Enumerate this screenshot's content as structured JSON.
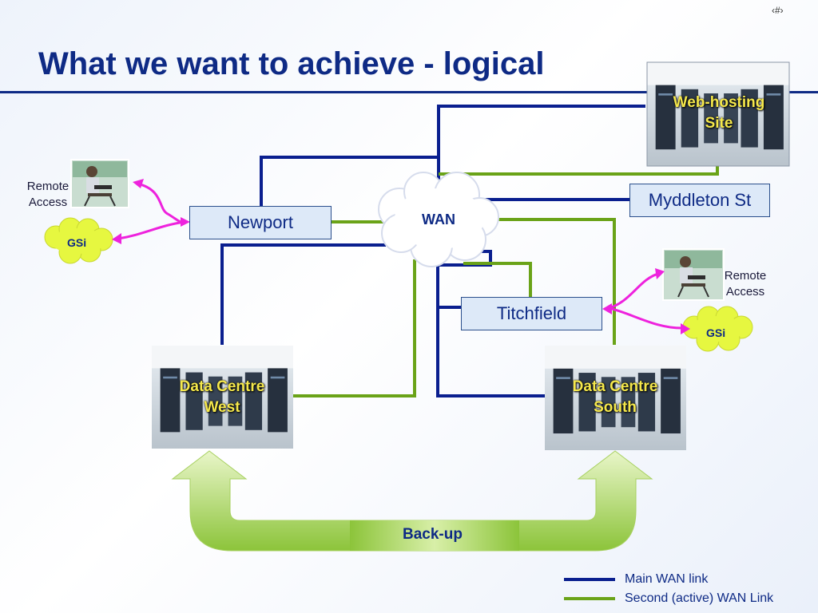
{
  "slide": {
    "number_label": "‹#›",
    "title": "What we want to achieve - logical"
  },
  "nodes": {
    "newport": "Newport",
    "myddleton": "Myddleton St",
    "titchfield": "Titchfield",
    "wan": "WAN",
    "web_hosting_line1": "Web-hosting",
    "web_hosting_line2": "Site",
    "dc_west_line1": "Data Centre",
    "dc_west_line2": "West",
    "dc_south_line1": "Data Centre",
    "dc_south_line2": "South",
    "remote_access_left_line1": "Remote",
    "remote_access_left_line2": "Access",
    "remote_access_right_line1": "Remote",
    "remote_access_right_line2": "Access",
    "gsi_left": "GSi",
    "gsi_right": "GSi",
    "backup": "Back-up"
  },
  "legend": {
    "main_link": "Main WAN link",
    "second_link": "Second (active) WAN Link"
  },
  "colors": {
    "main_link": "#0a1f8f",
    "second_link": "#6aa318",
    "arrow": "#ee22dd",
    "gsi_cloud": "#e6f740",
    "title": "#0e2a85"
  },
  "icons": {
    "wan_cloud": "cloud-icon",
    "gsi_cloud": "cloud-icon",
    "remote_user": "person-at-laptop-icon",
    "datacentre_photo": "server-racks-photo",
    "backup_arrow": "u-turn-arrow-icon"
  }
}
